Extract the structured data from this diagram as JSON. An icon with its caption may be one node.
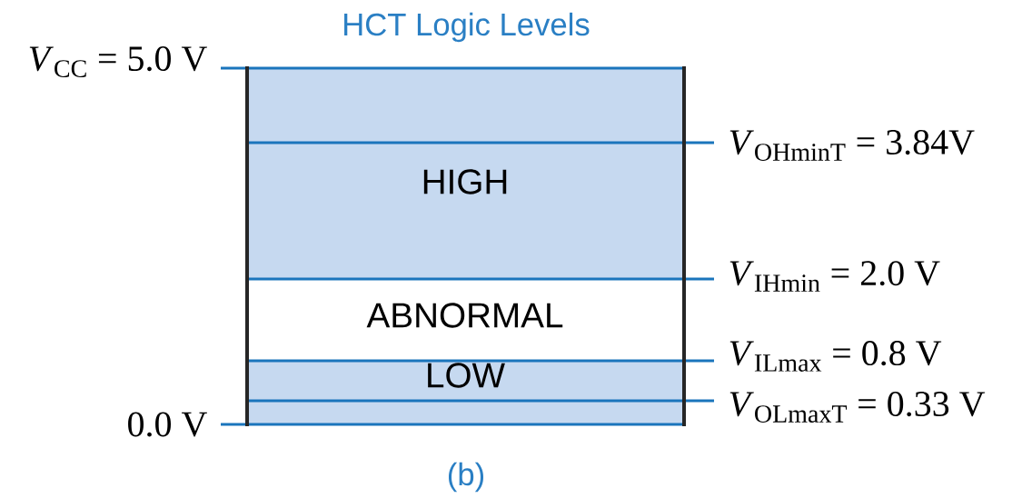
{
  "diagram": {
    "title": "HCT Logic Levels",
    "caption": "(b)",
    "nodes": [
      {
        "text": [
          "HIGH"
        ]
      },
      {
        "text": [
          "ABNORMAL"
        ]
      },
      {
        "text": [
          "LOW"
        ]
      }
    ],
    "labels": [
      "*V*$_{CC}$ = 5.0 V",
      "*V*$_{OHminT}$ = 3.84V",
      "*V*$_{IHmin}$ = 2.0 V",
      "*V*$_{ILmax}$ = 0.8 V",
      "*V*$_{OLmaxT}$ = 0.33 V",
      "0.0 V"
    ]
  }
}
